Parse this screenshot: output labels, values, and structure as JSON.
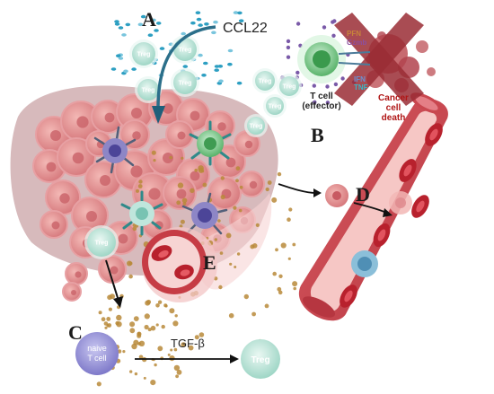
{
  "panels": [
    "A",
    "B",
    "C",
    "D",
    "E"
  ],
  "labels": {
    "ccl22": "CCL22",
    "tgf_beta": "TGF-β",
    "treg": "Treg",
    "naive_line1": "naive",
    "naive_line2": "T cell",
    "tcell_line1": "T cell",
    "tcell_line2": "(effector)",
    "cancer_line1": "Cancer",
    "cancer_line2": "cell",
    "cancer_line3": "death",
    "pfn": "PFN",
    "gzmb": "Gzmb",
    "ifn": "IFN",
    "tnf": "TNF"
  },
  "colors": {
    "tumor": "#e89a9a",
    "tumor_dark": "#d06f72",
    "stroma": "#c79c9c",
    "treg": "#bfe6dc",
    "vessel": "#c9474f",
    "rbc": "#b8212d",
    "chemokine": "#2d9fc2",
    "tgf_dots": "#b8893a",
    "cross": "#9a2d35"
  }
}
